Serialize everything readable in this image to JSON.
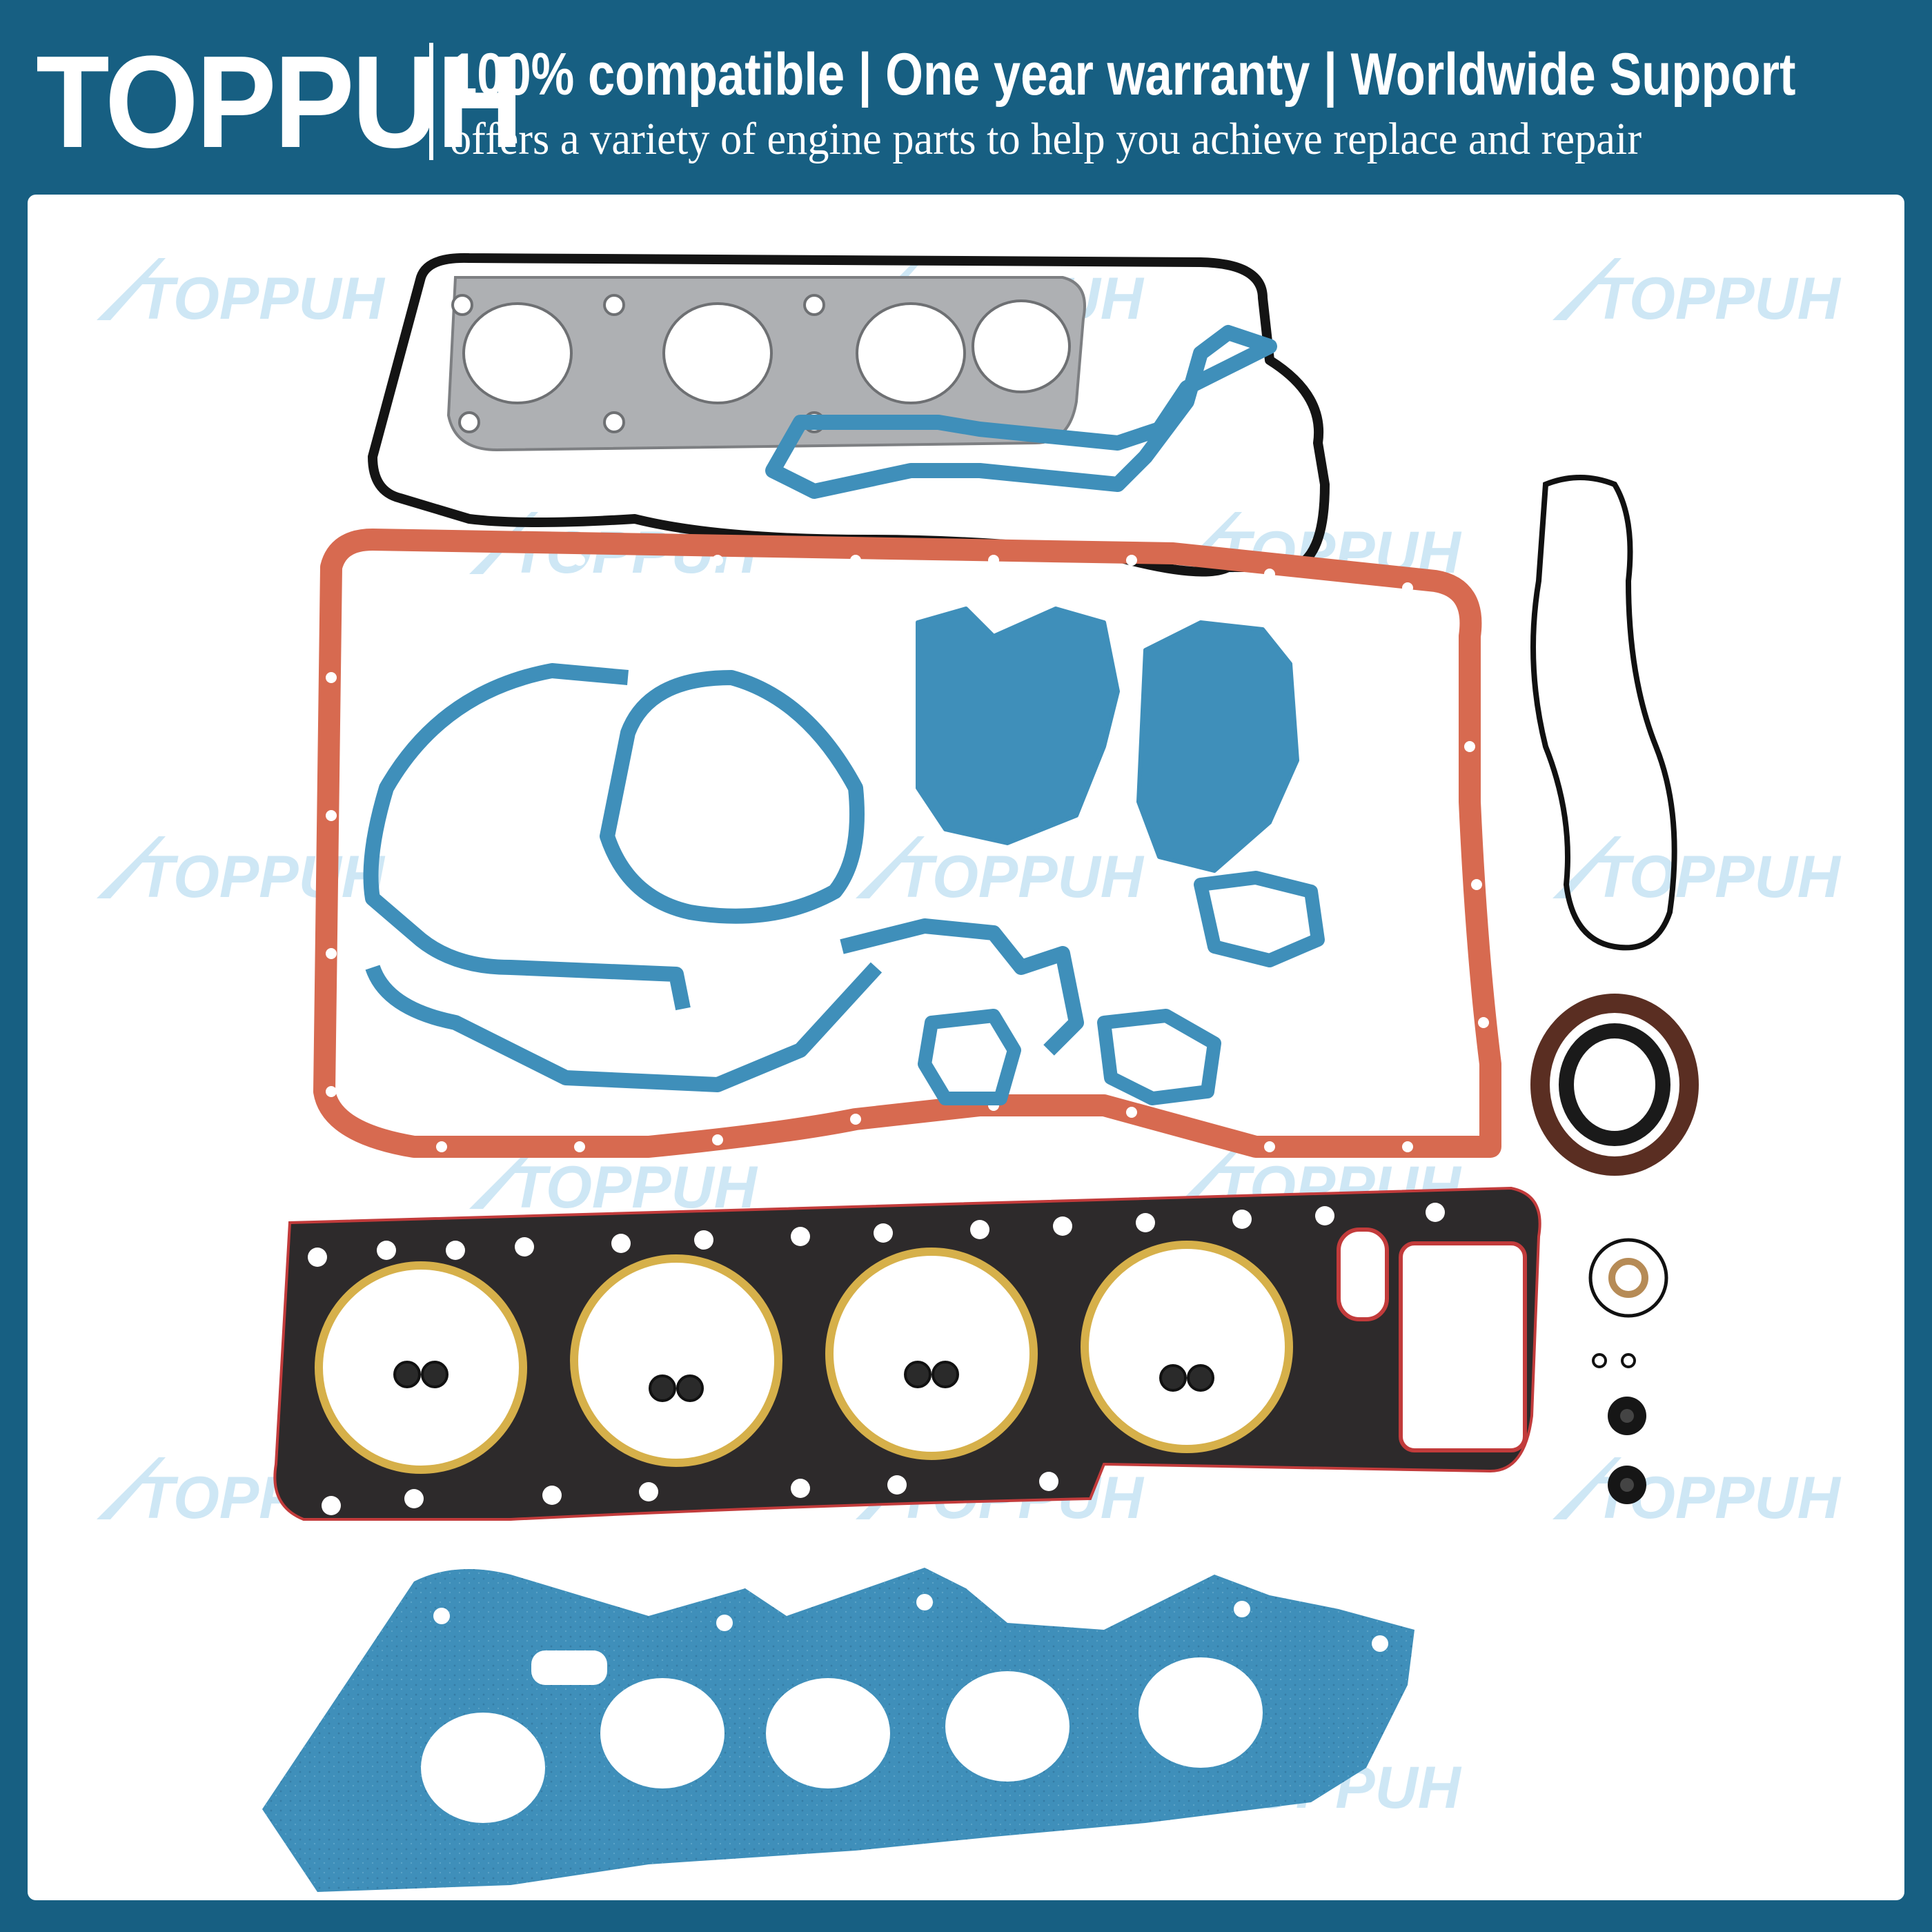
{
  "header": {
    "brand": "TOPPUH",
    "tagline": "100% compatible | One year warranty | Worldwide Support",
    "subline": "offers a variety of engine parts to help you achieve replace and repair"
  },
  "watermark": {
    "text": "TOPPUH"
  },
  "colors": {
    "frame": "#175f82",
    "panel": "#ffffff",
    "blue_gasket": "#3f8fba",
    "oil_pan_gasket": "#d76a50",
    "head_gasket": "#2d2a2b",
    "fire_ring": "#d6b04a",
    "rubber": "#111111",
    "manifold_steel": "#aeb0b3"
  }
}
